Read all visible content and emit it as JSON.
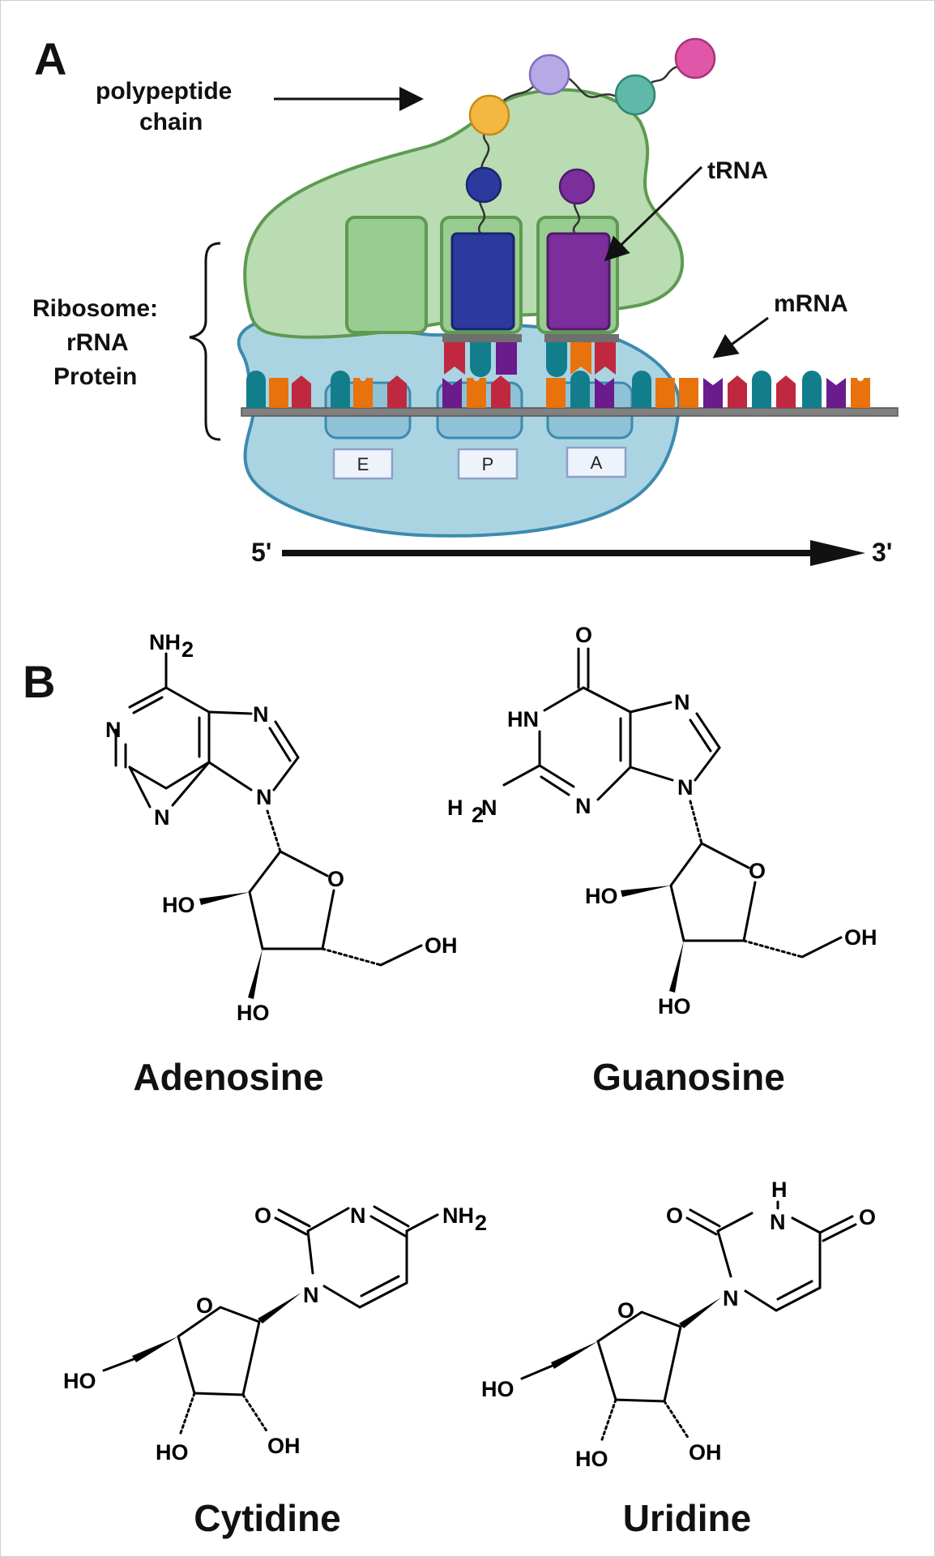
{
  "panels": {
    "a": {
      "letter": "A",
      "polypeptide_label_line1": "polypeptide",
      "polypeptide_label_line2": "chain",
      "trna_label": "tRNA",
      "mrna_label": "mRNA",
      "ribosome_label_line1": "Ribosome:",
      "ribosome_label_line2": "rRNA",
      "ribosome_label_line3": "Protein",
      "sites": [
        "E",
        "P",
        "A"
      ],
      "five_prime": "5'",
      "three_prime": "3'"
    },
    "b": {
      "letter": "B",
      "molecules": [
        "Adenosine",
        "Guanosine",
        "Cytidine",
        "Uridine"
      ]
    }
  },
  "atoms": {
    "N": "N",
    "O": "O",
    "HN": "HN",
    "H": "H",
    "NH2": "NH",
    "H2N_H": "H",
    "H2N_N": "N",
    "sub2": "2",
    "HO": "HO",
    "OH": "OH"
  },
  "colors": {
    "large_subunit": "#b9dcb3",
    "large_subunit_edge": "#5e9a50",
    "small_subunit": "#abd4e2",
    "small_subunit_edge": "#3d8ab0",
    "teal": "#127e8c",
    "orange": "#e8720c",
    "crimson": "#c0283f",
    "purple": "#6a1b8c",
    "blue_trna": "#2b3a9c",
    "purple_trna": "#7b2e9c",
    "bead_yellow": "#f4b740",
    "bead_lavender": "#b7a8e6",
    "bead_teal": "#5fb8a8",
    "bead_pink": "#e056a8"
  }
}
